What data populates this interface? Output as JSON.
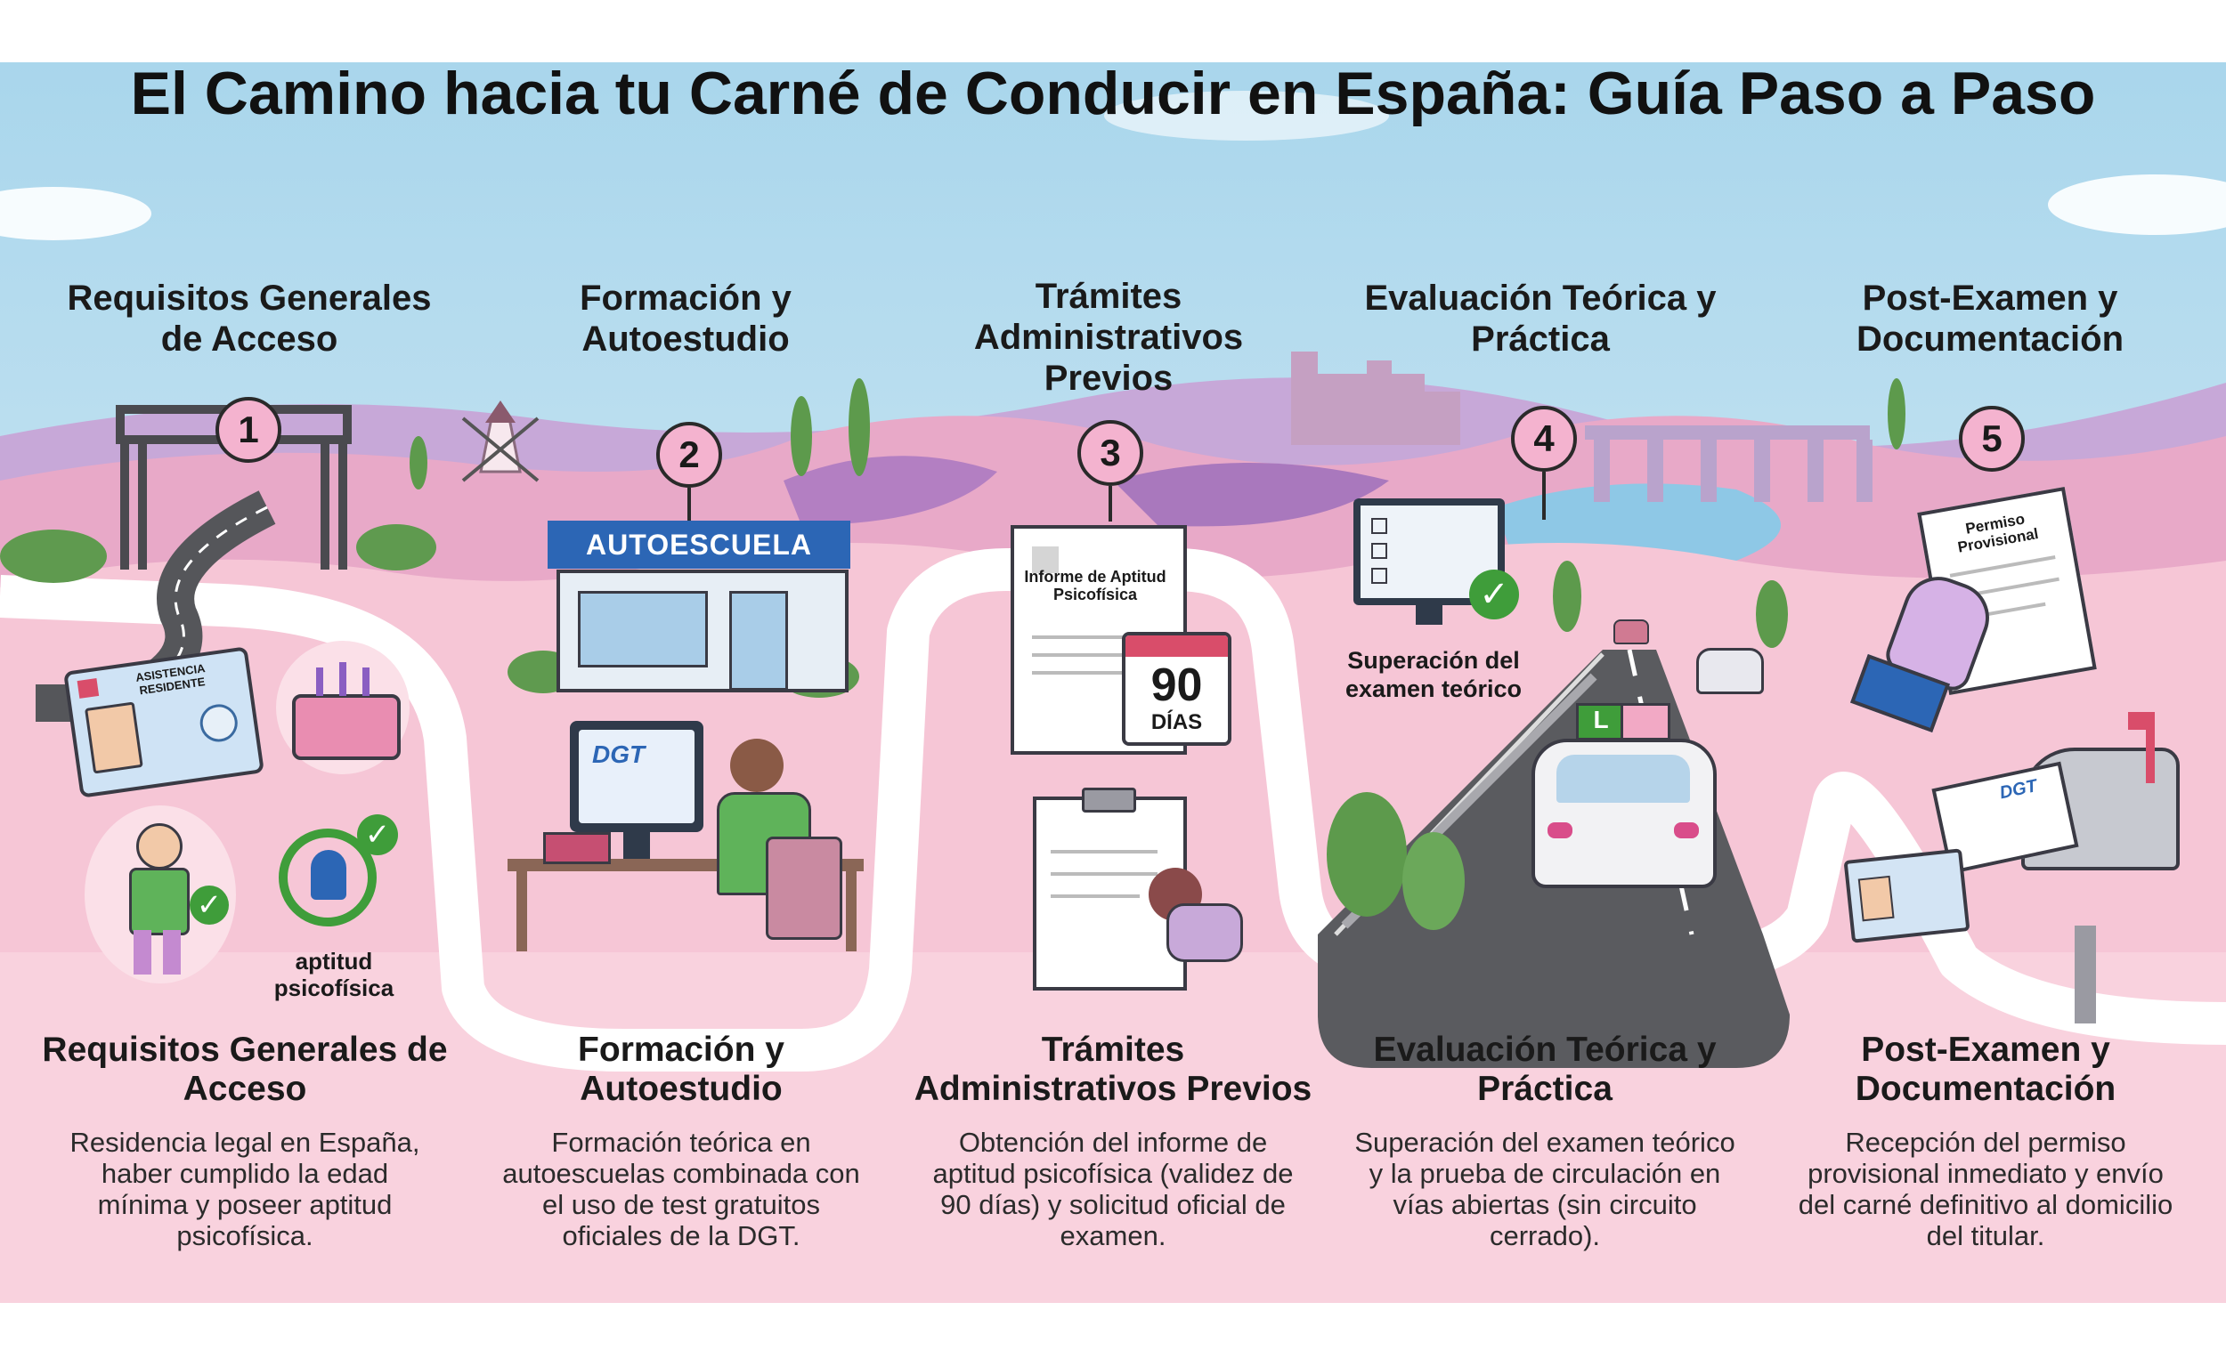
{
  "title": "El Camino hacia tu Carné de Conducir en España: Guía Paso a Paso",
  "colors": {
    "sky": "#bfe1f0",
    "hill_pink": "#f2b7cf",
    "hill_lavender": "#c9a7d6",
    "road": "#5d5d60",
    "badge": "#f4b3cf",
    "accent_blue": "#2c66b5",
    "check_green": "#3f9d3a"
  },
  "steps": [
    {
      "number": "1",
      "heading": "Requisitos Generales de Acceso",
      "title": "Requisitos Generales de Acceso",
      "description": "Residencia legal en España, haber cumplido la edad mínima y poseer aptitud psicofísica.",
      "icons": [
        "id-card-icon",
        "birthday-cake-icon",
        "person-strong-icon",
        "aptitude-check-icon"
      ]
    },
    {
      "number": "2",
      "heading": "Formación y Autoestudio",
      "title": "Formación y Autoestudio",
      "description": "Formación teórica en autoescuelas combinada con el uso de test gratuitos oficiales de la DGT.",
      "icons": [
        "driving-school-icon",
        "computer-student-icon"
      ]
    },
    {
      "number": "3",
      "heading": "Trámites Administrativos Previos",
      "title": "Trámites Administrativos Previos",
      "description": "Obtención del informe de aptitud psicofísica (validez de 90 días) y solicitud oficial de examen.",
      "icons": [
        "report-document-icon",
        "calendar-icon",
        "clipboard-stamp-icon"
      ]
    },
    {
      "number": "4",
      "heading": "Evaluación Teórica y Práctica",
      "title": "Evaluación Teórica y Práctica",
      "description": "Superación del examen teórico y la prueba de circulación en vías abiertas (sin circuito cerrado).",
      "icons": [
        "exam-monitor-icon",
        "learner-car-icon"
      ]
    },
    {
      "number": "5",
      "heading": "Post-Examen y Documentación",
      "title": "Post-Examen y Documentación",
      "description": "Recepción del permiso provisional inmediato y envío del carné definitivo al domicilio del titular.",
      "icons": [
        "provisional-permit-icon",
        "mailbox-icon",
        "license-card-icon"
      ]
    }
  ],
  "illustration_text": {
    "id_card": "ASISTENCIA RESIDENTE",
    "aptitude": "aptitud psicofísica",
    "school_sign": "AUTOESCUELA",
    "dgt": "DGT",
    "report": "Informe de Aptitud Psicofísica",
    "calendar_number": "90",
    "calendar_unit": "DÍAS",
    "exam_passed": "Superación del examen teórico",
    "learner_plate": "L",
    "permit": "Permiso Provisional"
  }
}
